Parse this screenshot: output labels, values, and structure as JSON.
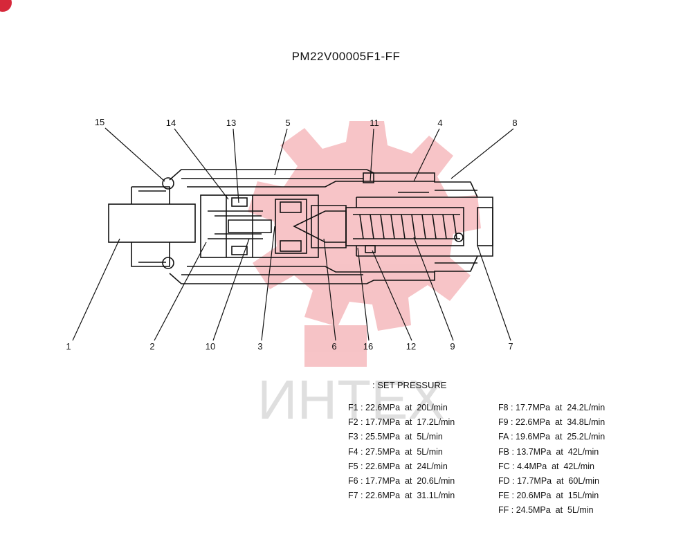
{
  "title": "PM22V00005F1-FF",
  "set_pressure_label": ": SET PRESSURE",
  "part_numbers": [
    "1",
    "2",
    "3",
    "4",
    "5",
    "6",
    "7",
    "8",
    "9",
    "10",
    "11",
    "12",
    "13",
    "14",
    "15",
    "16"
  ],
  "watermark_text": "ИНТЕХ",
  "pressures_left": [
    "F1 : 22.6MPa  at  20L/min",
    "F2 : 17.7MPa  at  17.2L/min",
    "F3 : 25.5MPa  at  5L/min",
    "F4 : 27.5MPa  at  5L/min",
    "F5 : 22.6MPa  at  24L/min",
    "F6 : 17.7MPa  at  20.6L/min",
    "F7 : 22.6MPa  at  31.1L/min"
  ],
  "pressures_right": [
    "F8 : 17.7MPa  at  24.2L/min",
    "F9 : 22.6MPa  at  34.8L/min",
    "FA : 19.6MPa  at  25.2L/min",
    "FB : 13.7MPa  at  42L/min",
    "FC : 4.4MPa  at  42L/min",
    "FD : 17.7MPa  at  60L/min",
    "FE : 20.6MPa  at  15L/min",
    "FF : 24.5MPa  at  5L/min"
  ],
  "colors": {
    "watermark": "#f4b0b4",
    "line": "#111111",
    "badge": "#d6283a"
  }
}
